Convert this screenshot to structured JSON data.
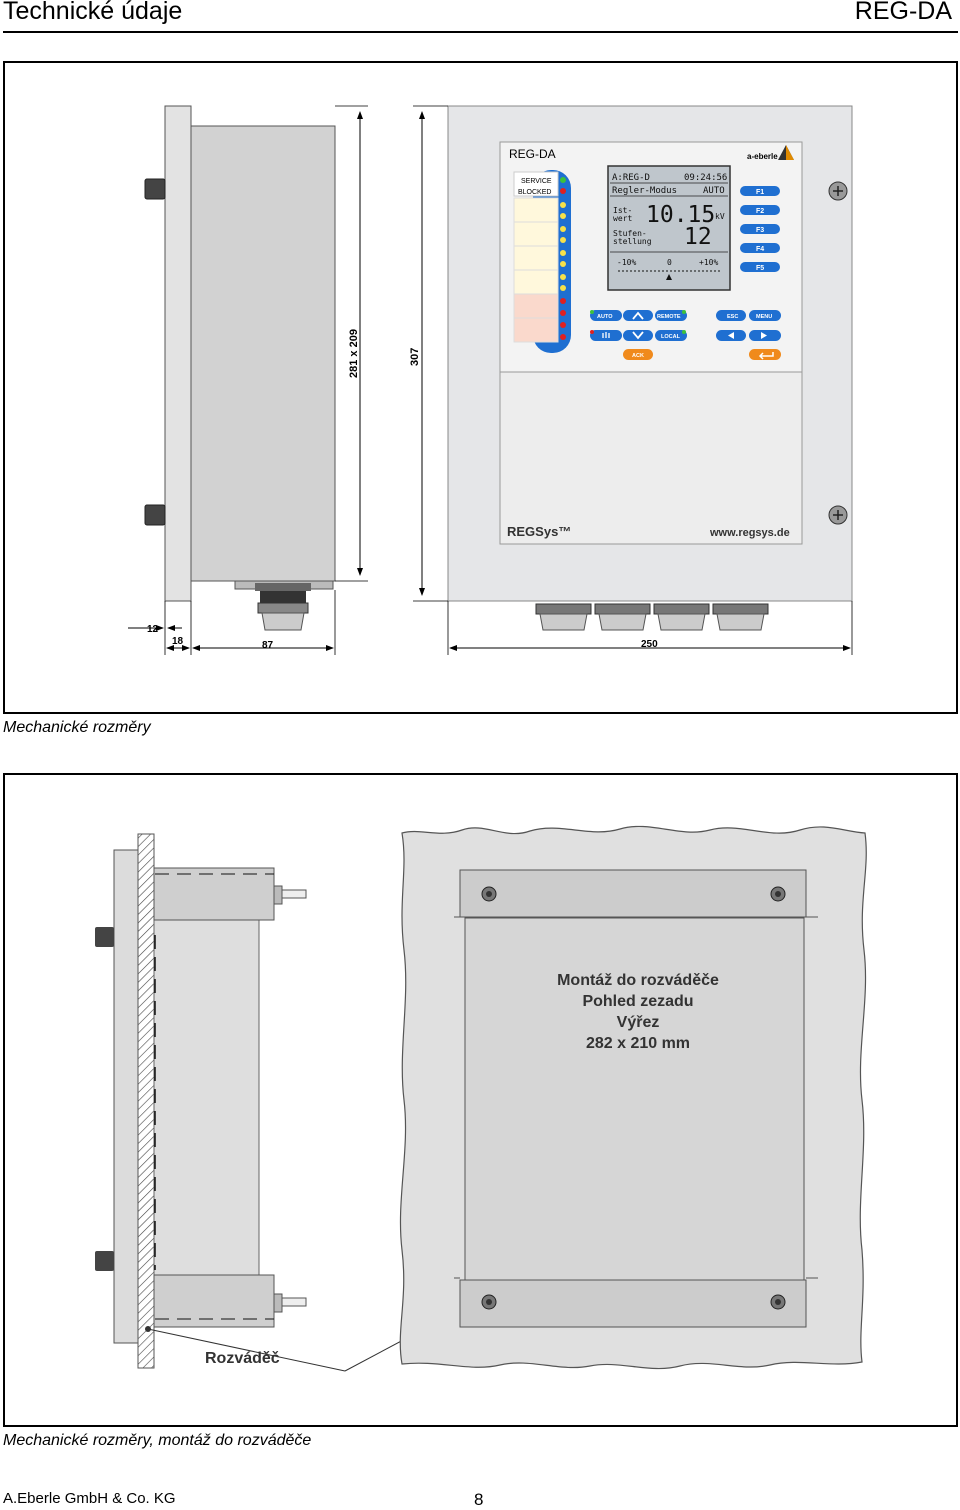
{
  "header": {
    "title_left": "Technické údaje",
    "title_right": "REG-DA"
  },
  "figure1": {
    "caption": "Mechanické rozměry",
    "device": {
      "model": "REG-DA",
      "brand": "a-eberle",
      "led_labels": [
        "SERVICE",
        "BLOCKED"
      ],
      "display": {
        "line1_left": "A:REG-D",
        "line1_right": "09:24:56",
        "line2_left": "Regler-Modus",
        "line2_right": "AUTO",
        "istwert_label_1": "Ist-",
        "istwert_label_2": "wert",
        "istwert_value": "10.15",
        "istwert_unit": "kV",
        "stufen_label_1": "Stufen-",
        "stufen_label_2": "stellung",
        "stufen_value": "12",
        "scale_left": "-10%",
        "scale_mid": "0",
        "scale_right": "+10%"
      },
      "fkeys": [
        "F1",
        "F2",
        "F3",
        "F4",
        "F5"
      ],
      "keys": {
        "auto": "AUTO",
        "remote": "REMOTE",
        "local": "LOCAL",
        "esc": "ESC",
        "menu": "MENU",
        "ack": "ACK"
      },
      "footer_left": "REGSys™",
      "footer_right": "www.regsys.de"
    },
    "dimensions": {
      "side_height": "281 x 209",
      "front_height": "307",
      "d12": "12",
      "d18": "18",
      "d87": "87",
      "d250": "250"
    }
  },
  "figure2": {
    "caption": "Mechanické rozměry, montáž do rozváděče",
    "note_lines": [
      "Montáž do rozváděče",
      "Pohled zezadu",
      "Výřez",
      "282 x 210 mm"
    ],
    "cabinet_label": "Rozváděč"
  },
  "footer": {
    "company": "A.Eberle GmbH & Co. KG",
    "page": "8"
  },
  "colors": {
    "accent_blue": "#1f6fd1",
    "led_green": "#3cc13c",
    "led_red": "#e02020",
    "housing": "#d9d9d9"
  }
}
